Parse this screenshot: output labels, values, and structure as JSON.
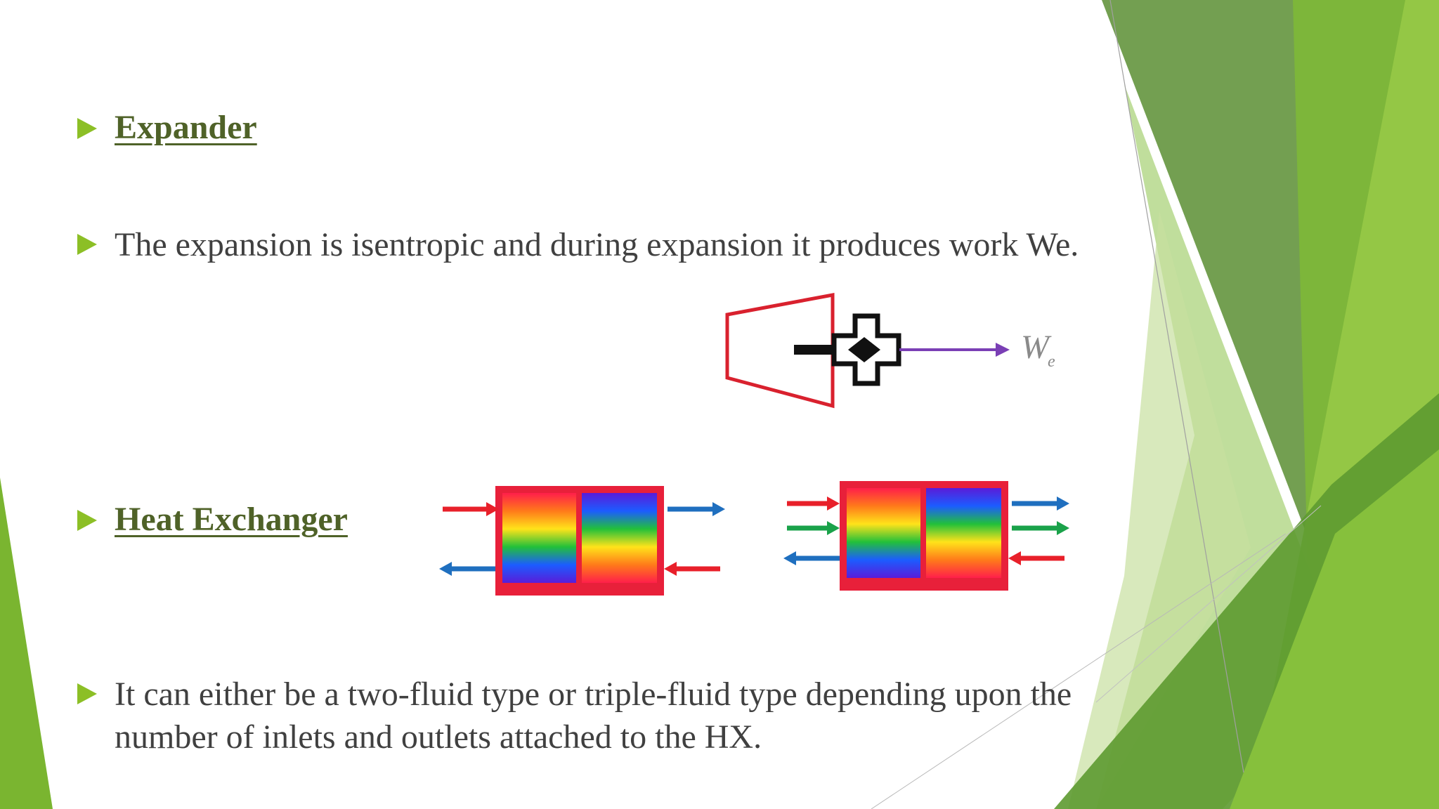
{
  "slide": {
    "items": [
      {
        "kind": "heading",
        "text": "Expander"
      },
      {
        "kind": "text",
        "text": "The expansion  is isentropic and during expansion  it produces work We."
      },
      {
        "kind": "heading",
        "text": "Heat Exchanger"
      },
      {
        "kind": "text",
        "text": "It can either be a two-fluid type or triple-fluid type depending upon the number of inlets and outlets attached to the HX."
      }
    ]
  },
  "expander_figure": {
    "work_label": "W",
    "work_subscript": "e"
  },
  "colors": {
    "bullet": "#8cbf26",
    "heading": "#4f6228",
    "body_text": "#404040",
    "green_dark": "#6a9a3f",
    "green_light": "#8cbf26",
    "arrow_red": "#e8202a",
    "arrow_blue": "#1f6fbf",
    "arrow_green": "#1aa24a",
    "work_arrow": "#7a3fb5"
  }
}
